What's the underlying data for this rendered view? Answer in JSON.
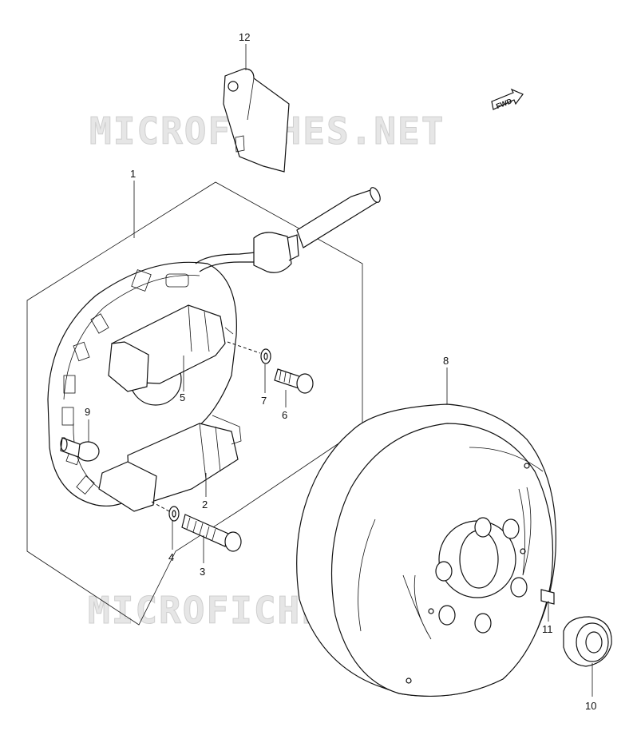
{
  "watermark": "MICROFICHES.NET",
  "fwd_badge": "FWD",
  "parts": [
    {
      "id": "p12",
      "label": "12"
    },
    {
      "id": "p1",
      "label": "1"
    },
    {
      "id": "p5",
      "label": "5"
    },
    {
      "id": "p7",
      "label": "7"
    },
    {
      "id": "p6",
      "label": "6"
    },
    {
      "id": "p9",
      "label": "9"
    },
    {
      "id": "p2",
      "label": "2"
    },
    {
      "id": "p4",
      "label": "4"
    },
    {
      "id": "p3",
      "label": "3"
    },
    {
      "id": "p8",
      "label": "8"
    },
    {
      "id": "p11",
      "label": "11"
    },
    {
      "id": "p10",
      "label": "10"
    }
  ]
}
